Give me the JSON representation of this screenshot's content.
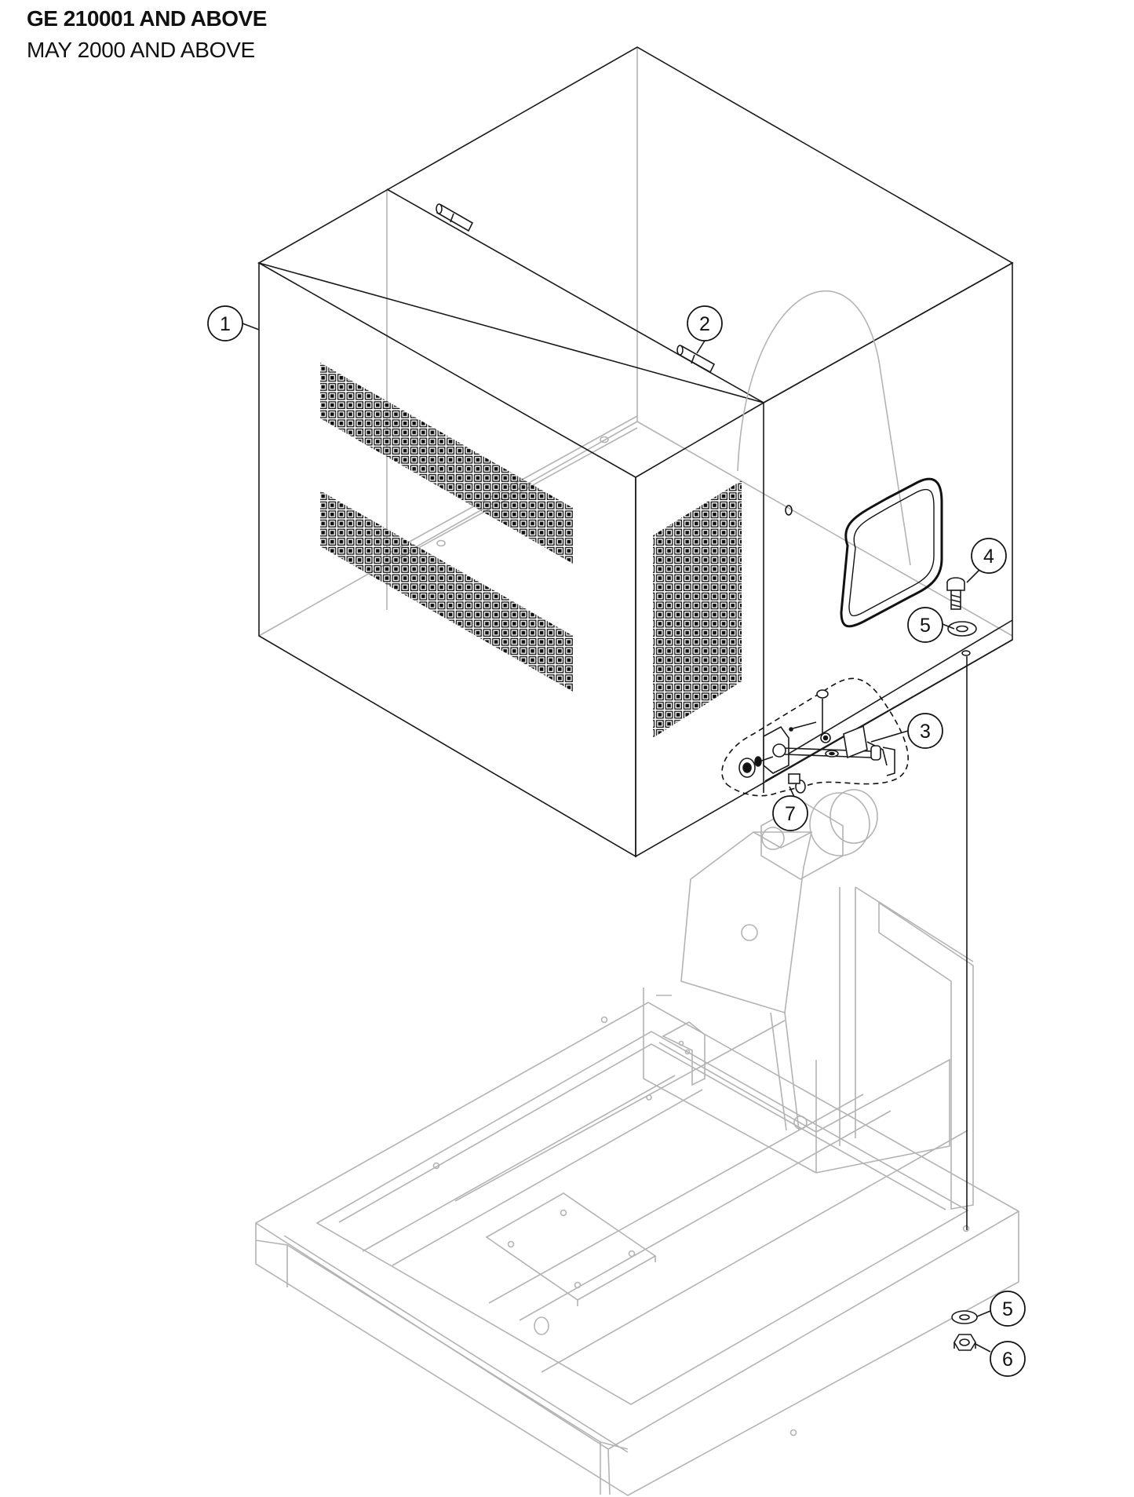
{
  "header": {
    "line1": "GE 210001 AND ABOVE",
    "line2": "MAY 2000 AND ABOVE"
  },
  "callouts": [
    {
      "id": "c1",
      "label": "1"
    },
    {
      "id": "c2",
      "label": "2"
    },
    {
      "id": "c3",
      "label": "3"
    },
    {
      "id": "c4",
      "label": "4"
    },
    {
      "id": "c5a",
      "label": "5"
    },
    {
      "id": "c5b",
      "label": "5"
    },
    {
      "id": "c6",
      "label": "6"
    },
    {
      "id": "c7",
      "label": "7"
    }
  ],
  "colors": {
    "linework": "#1a1a1a",
    "ghost_linework": "#b3b3b3"
  }
}
